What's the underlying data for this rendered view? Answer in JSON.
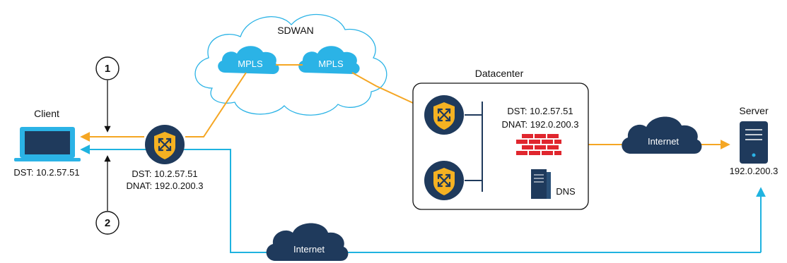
{
  "diagram": {
    "client": {
      "label": "Client",
      "dst": "DST: 10.2.57.51"
    },
    "edge_router": {
      "dst": "DST: 10.2.57.51",
      "dnat": "DNAT: 192.0.200.3"
    },
    "sdwan": {
      "label": "SDWAN",
      "mpls_left": "MPLS",
      "mpls_right": "MPLS"
    },
    "datacenter": {
      "label": "Datacenter",
      "dst": "DST: 10.2.57.51",
      "dnat": "DNAT: 192.0.200.3",
      "dns_label": "DNS"
    },
    "internet_right": {
      "label": "Internet"
    },
    "internet_bottom": {
      "label": "Internet"
    },
    "server": {
      "label": "Server",
      "ip": "192.0.200.3"
    },
    "steps": {
      "step1": "1",
      "step2": "2"
    },
    "colors": {
      "orange_path": "#f5a623",
      "blue_path": "#1fb3e0",
      "router_fill": "#1f3a5c",
      "shield_fill": "#f5b222",
      "cloud_mpls": "#2bb3e6",
      "cloud_internet": "#1f3a5c",
      "firewall": "#e0262e"
    }
  }
}
